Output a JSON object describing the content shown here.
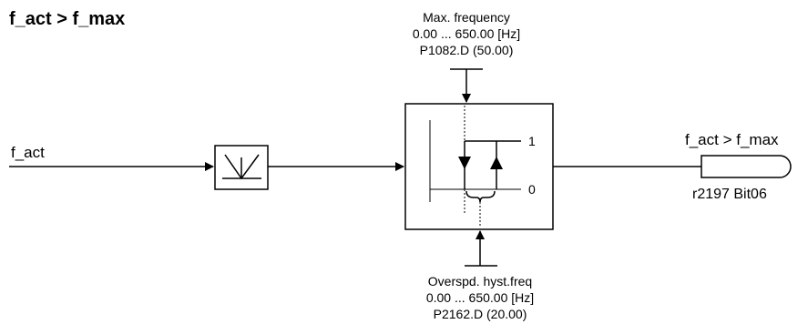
{
  "title": "f_act > f_max",
  "input": {
    "label": "f_act"
  },
  "output": {
    "label": "f_act > f_max",
    "param": "r2197 Bit06"
  },
  "param_top": {
    "name": "Max. frequency",
    "range": "0.00 ... 650.00  [Hz]",
    "id": "P1082.D (50.00)"
  },
  "param_bottom": {
    "name": "Overspd. hyst.freq",
    "range": "0.00 ... 650.00  [Hz]",
    "id": "P2162.D (20.00)"
  },
  "comparator": {
    "level_high": "1",
    "level_low": "0"
  },
  "colors": {
    "line": "#000000",
    "background": "#ffffff"
  },
  "icons": {
    "abs": "absolute-value-icon",
    "hysteresis": "hysteresis-icon",
    "output": "binector-output-icon"
  }
}
